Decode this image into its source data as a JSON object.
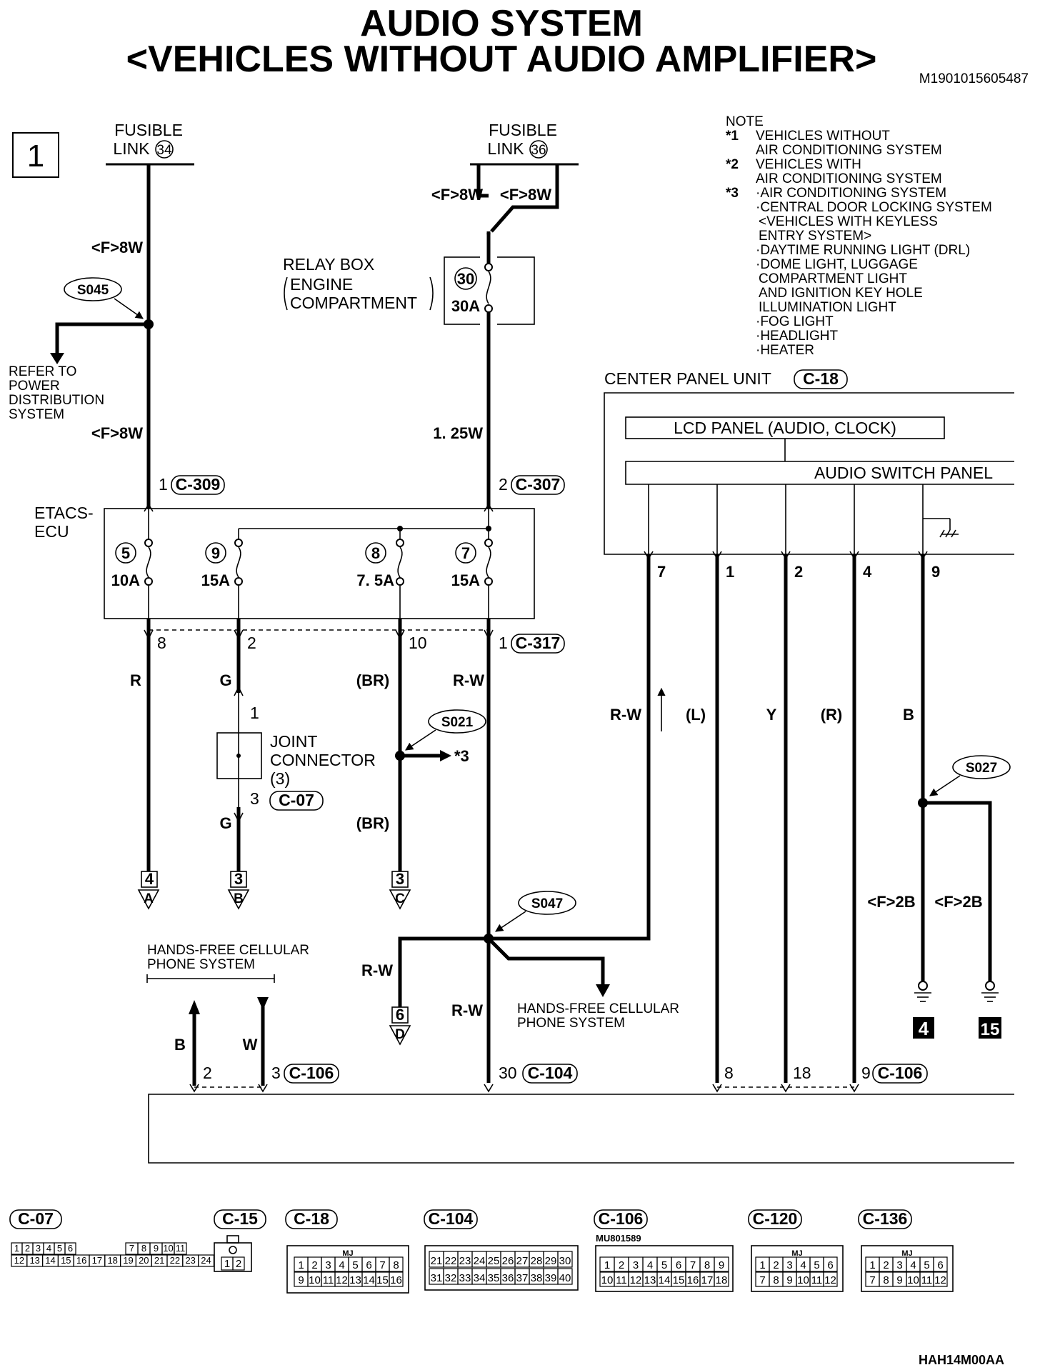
{
  "title": {
    "line1": "AUDIO SYSTEM",
    "line2": "<VEHICLES WITHOUT AUDIO AMPLIFIER>",
    "doc_id": "M1901015605487",
    "page_number": "1",
    "footer_code": "HAH14M00AA"
  },
  "fusible_links": {
    "left": {
      "line1": "FUSIBLE",
      "line2": "LINK",
      "number": "34"
    },
    "right": {
      "line1": "FUSIBLE",
      "line2": "LINK",
      "number": "36"
    }
  },
  "note": {
    "heading": "NOTE",
    "lines": [
      {
        "mark": "*1",
        "text": "VEHICLES WITHOUT"
      },
      {
        "mark": "",
        "text": "AIR CONDITIONING SYSTEM"
      },
      {
        "mark": "*2",
        "text": "VEHICLES WITH"
      },
      {
        "mark": "",
        "text": "AIR CONDITIONING SYSTEM"
      },
      {
        "mark": "*3",
        "text": "·AIR CONDITIONING SYSTEM"
      },
      {
        "mark": "",
        "text": "·CENTRAL DOOR LOCKING SYSTEM"
      },
      {
        "mark": "",
        "text": "<VEHICLES WITH KEYLESS"
      },
      {
        "mark": "",
        "text": "ENTRY SYSTEM>"
      },
      {
        "mark": "",
        "text": "·DAYTIME RUNNING LIGHT (DRL)"
      },
      {
        "mark": "",
        "text": "·DOME LIGHT, LUGGAGE"
      },
      {
        "mark": "",
        "text": "COMPARTMENT LIGHT"
      },
      {
        "mark": "",
        "text": "AND IGNITION KEY HOLE"
      },
      {
        "mark": "",
        "text": "ILLUMINATION LIGHT"
      },
      {
        "mark": "",
        "text": "·FOG LIGHT"
      },
      {
        "mark": "",
        "text": "·HEADLIGHT"
      },
      {
        "mark": "",
        "text": "·HEATER"
      }
    ]
  },
  "relay_box": {
    "line1": "RELAY BOX",
    "line2": "ENGINE",
    "line3": "COMPARTMENT",
    "fuse_number": "30",
    "fuse_rating": "30A"
  },
  "splices": {
    "s045": "S045",
    "s021": "S021",
    "s027": "S027",
    "s047": "S047"
  },
  "refer_to": {
    "line1": "REFER TO",
    "line2": "POWER",
    "line3": "DISTRIBUTION",
    "line4": "SYSTEM"
  },
  "wires": {
    "f8w_a": "<F>8W",
    "f8w_b": "<F>8W",
    "f8w_c": "<F>8W",
    "f8w_d": "<F>8W",
    "w125": "1. 25W",
    "r": "R",
    "g1": "G",
    "g2": "G",
    "br1": "(BR)",
    "br2": "(BR)",
    "rw1": "R-W",
    "rw2": "R-W",
    "rw3": "R-W",
    "rw4": "R-W",
    "l": "(L)",
    "y": "Y",
    "rr": "(R)",
    "bb": "B",
    "b2": "B",
    "w": "W",
    "f2b_a": "<F>2B",
    "f2b_b": "<F>2B"
  },
  "etacs": {
    "line1": "ETACS-",
    "line2": "ECU",
    "pin_top_left": "1",
    "conn_top_left": "C-309",
    "pin_top_right": "2",
    "conn_top_right": "C-307",
    "fuses": [
      {
        "number": "5",
        "rating": "10A",
        "pin": "8"
      },
      {
        "number": "9",
        "rating": "15A",
        "pin": "2"
      },
      {
        "number": "8",
        "rating": "7. 5A",
        "pin": "10"
      },
      {
        "number": "7",
        "rating": "15A",
        "pin": "1"
      }
    ],
    "conn_bottom": "C-317"
  },
  "joint_connector": {
    "line1": "JOINT",
    "line2": "CONNECTOR",
    "line3": "(3)",
    "pin_top": "1",
    "pin_bottom": "3",
    "conn": "C-07"
  },
  "star3": "*3",
  "offpage": [
    {
      "num": "4",
      "letter": "A"
    },
    {
      "num": "3",
      "letter": "B"
    },
    {
      "num": "3",
      "letter": "C"
    },
    {
      "num": "6",
      "letter": "D"
    }
  ],
  "center_panel": {
    "label": "CENTER PANEL UNIT",
    "conn": "C-18",
    "lcd": "LCD PANEL (AUDIO, CLOCK)",
    "switch_panel": "AUDIO SWITCH PANEL",
    "pins": [
      "7",
      "1",
      "2",
      "4",
      "9"
    ]
  },
  "grounds": {
    "g4": "4",
    "g15": "15"
  },
  "hands_free": {
    "left_line1": "HANDS-FREE CELLULAR",
    "left_line2": "PHONE SYSTEM",
    "right_line1": "HANDS-FREE CELLULAR",
    "right_line2": "PHONE SYSTEM"
  },
  "bottom_pins": {
    "p2": "2",
    "p3": "3",
    "c106a": "C-106",
    "p30": "30",
    "c104": "C-104",
    "p8": "8",
    "p18": "18",
    "p9": "9",
    "c106b": "C-106"
  },
  "connector_legend": [
    {
      "id": "C-07"
    },
    {
      "id": "C-15"
    },
    {
      "id": "C-18"
    },
    {
      "id": "C-104"
    },
    {
      "id": "C-106",
      "sub": "MU801589"
    },
    {
      "id": "C-120"
    },
    {
      "id": "C-136"
    }
  ],
  "connector_pins": {
    "c07_row1": [
      "1",
      "2",
      "3",
      "4",
      "5",
      "6",
      "7",
      "8",
      "9",
      "10",
      "11"
    ],
    "c07_row2": [
      "12",
      "13",
      "14",
      "15",
      "16",
      "17",
      "18",
      "19",
      "20",
      "21",
      "22",
      "23",
      "24"
    ],
    "c15": [
      "1",
      "2"
    ],
    "c18_row1": [
      "1",
      "2",
      "3",
      "4",
      "5",
      "6",
      "7",
      "8"
    ],
    "c18_row2": [
      "9",
      "10",
      "11",
      "12",
      "13",
      "14",
      "15",
      "16"
    ],
    "c104_row1": [
      "21",
      "22",
      "23",
      "24",
      "25",
      "26",
      "27",
      "28",
      "29",
      "30"
    ],
    "c104_row2": [
      "31",
      "32",
      "33",
      "34",
      "35",
      "36",
      "37",
      "38",
      "39",
      "40"
    ],
    "c106_row1": [
      "1",
      "2",
      "3",
      "4",
      "5",
      "6",
      "7",
      "8",
      "9"
    ],
    "c106_row2": [
      "10",
      "11",
      "12",
      "13",
      "14",
      "15",
      "16",
      "17",
      "18"
    ],
    "six_row1": [
      "1",
      "2",
      "3",
      "4",
      "5",
      "6"
    ],
    "six_row2": [
      "7",
      "8",
      "9",
      "10",
      "11",
      "12"
    ],
    "mj": "MJ"
  }
}
